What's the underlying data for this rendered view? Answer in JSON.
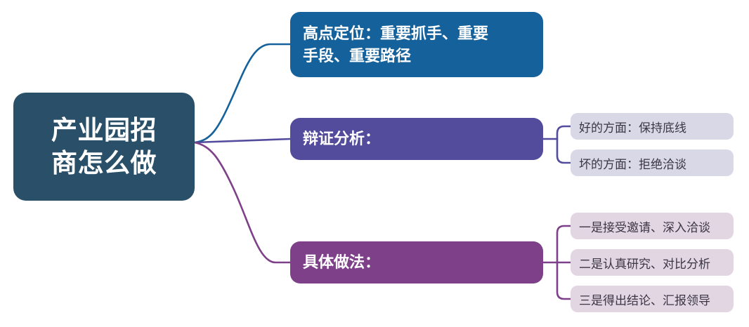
{
  "diagram": {
    "type": "mind-map",
    "title": "产业园招商怎么做",
    "root": {
      "label": "产业园招\n商怎么做",
      "line1": "产业园招",
      "line2": "商怎么做",
      "color": "#2a5069"
    },
    "branches": [
      {
        "id": "branch-1",
        "line1": "高点定位：重要抓手、重要",
        "line2": "手段、重要路径",
        "full_label": "高点定位：重要抓手、重要手段、重要路径",
        "color": "#15619b",
        "connector_color": "#15619b",
        "children": []
      },
      {
        "id": "branch-2",
        "line1": "辩证分析：",
        "line2": "",
        "full_label": "辩证分析：",
        "color": "#534b9b",
        "connector_color": "#534b9b",
        "children": [
          {
            "label": "好的方面：保持底线",
            "color": "#d9d8e6"
          },
          {
            "label": "坏的方面：拒绝洽谈",
            "color": "#d9d8e6"
          }
        ]
      },
      {
        "id": "branch-3",
        "line1": "具体做法：",
        "line2": "",
        "full_label": "具体做法：",
        "color": "#7d4089",
        "connector_color": "#7d4089",
        "children": [
          {
            "label": "一是接受邀请、深入洽谈",
            "color": "#e3d6e3"
          },
          {
            "label": "二是认真研究、对比分析",
            "color": "#e3d6e3"
          },
          {
            "label": "三是得出结论、汇报领导",
            "color": "#e3d6e3"
          }
        ]
      }
    ],
    "palette": {
      "background": "#ffffff",
      "root": "#2a5069",
      "blue": "#15619b",
      "indigo": "#534b9b",
      "magenta": "#7d4089",
      "leaf_indigo": "#d9d8e6",
      "leaf_magenta": "#e3d6e3",
      "text_light": "#ffffff",
      "text_dark": "#3b3644"
    }
  }
}
